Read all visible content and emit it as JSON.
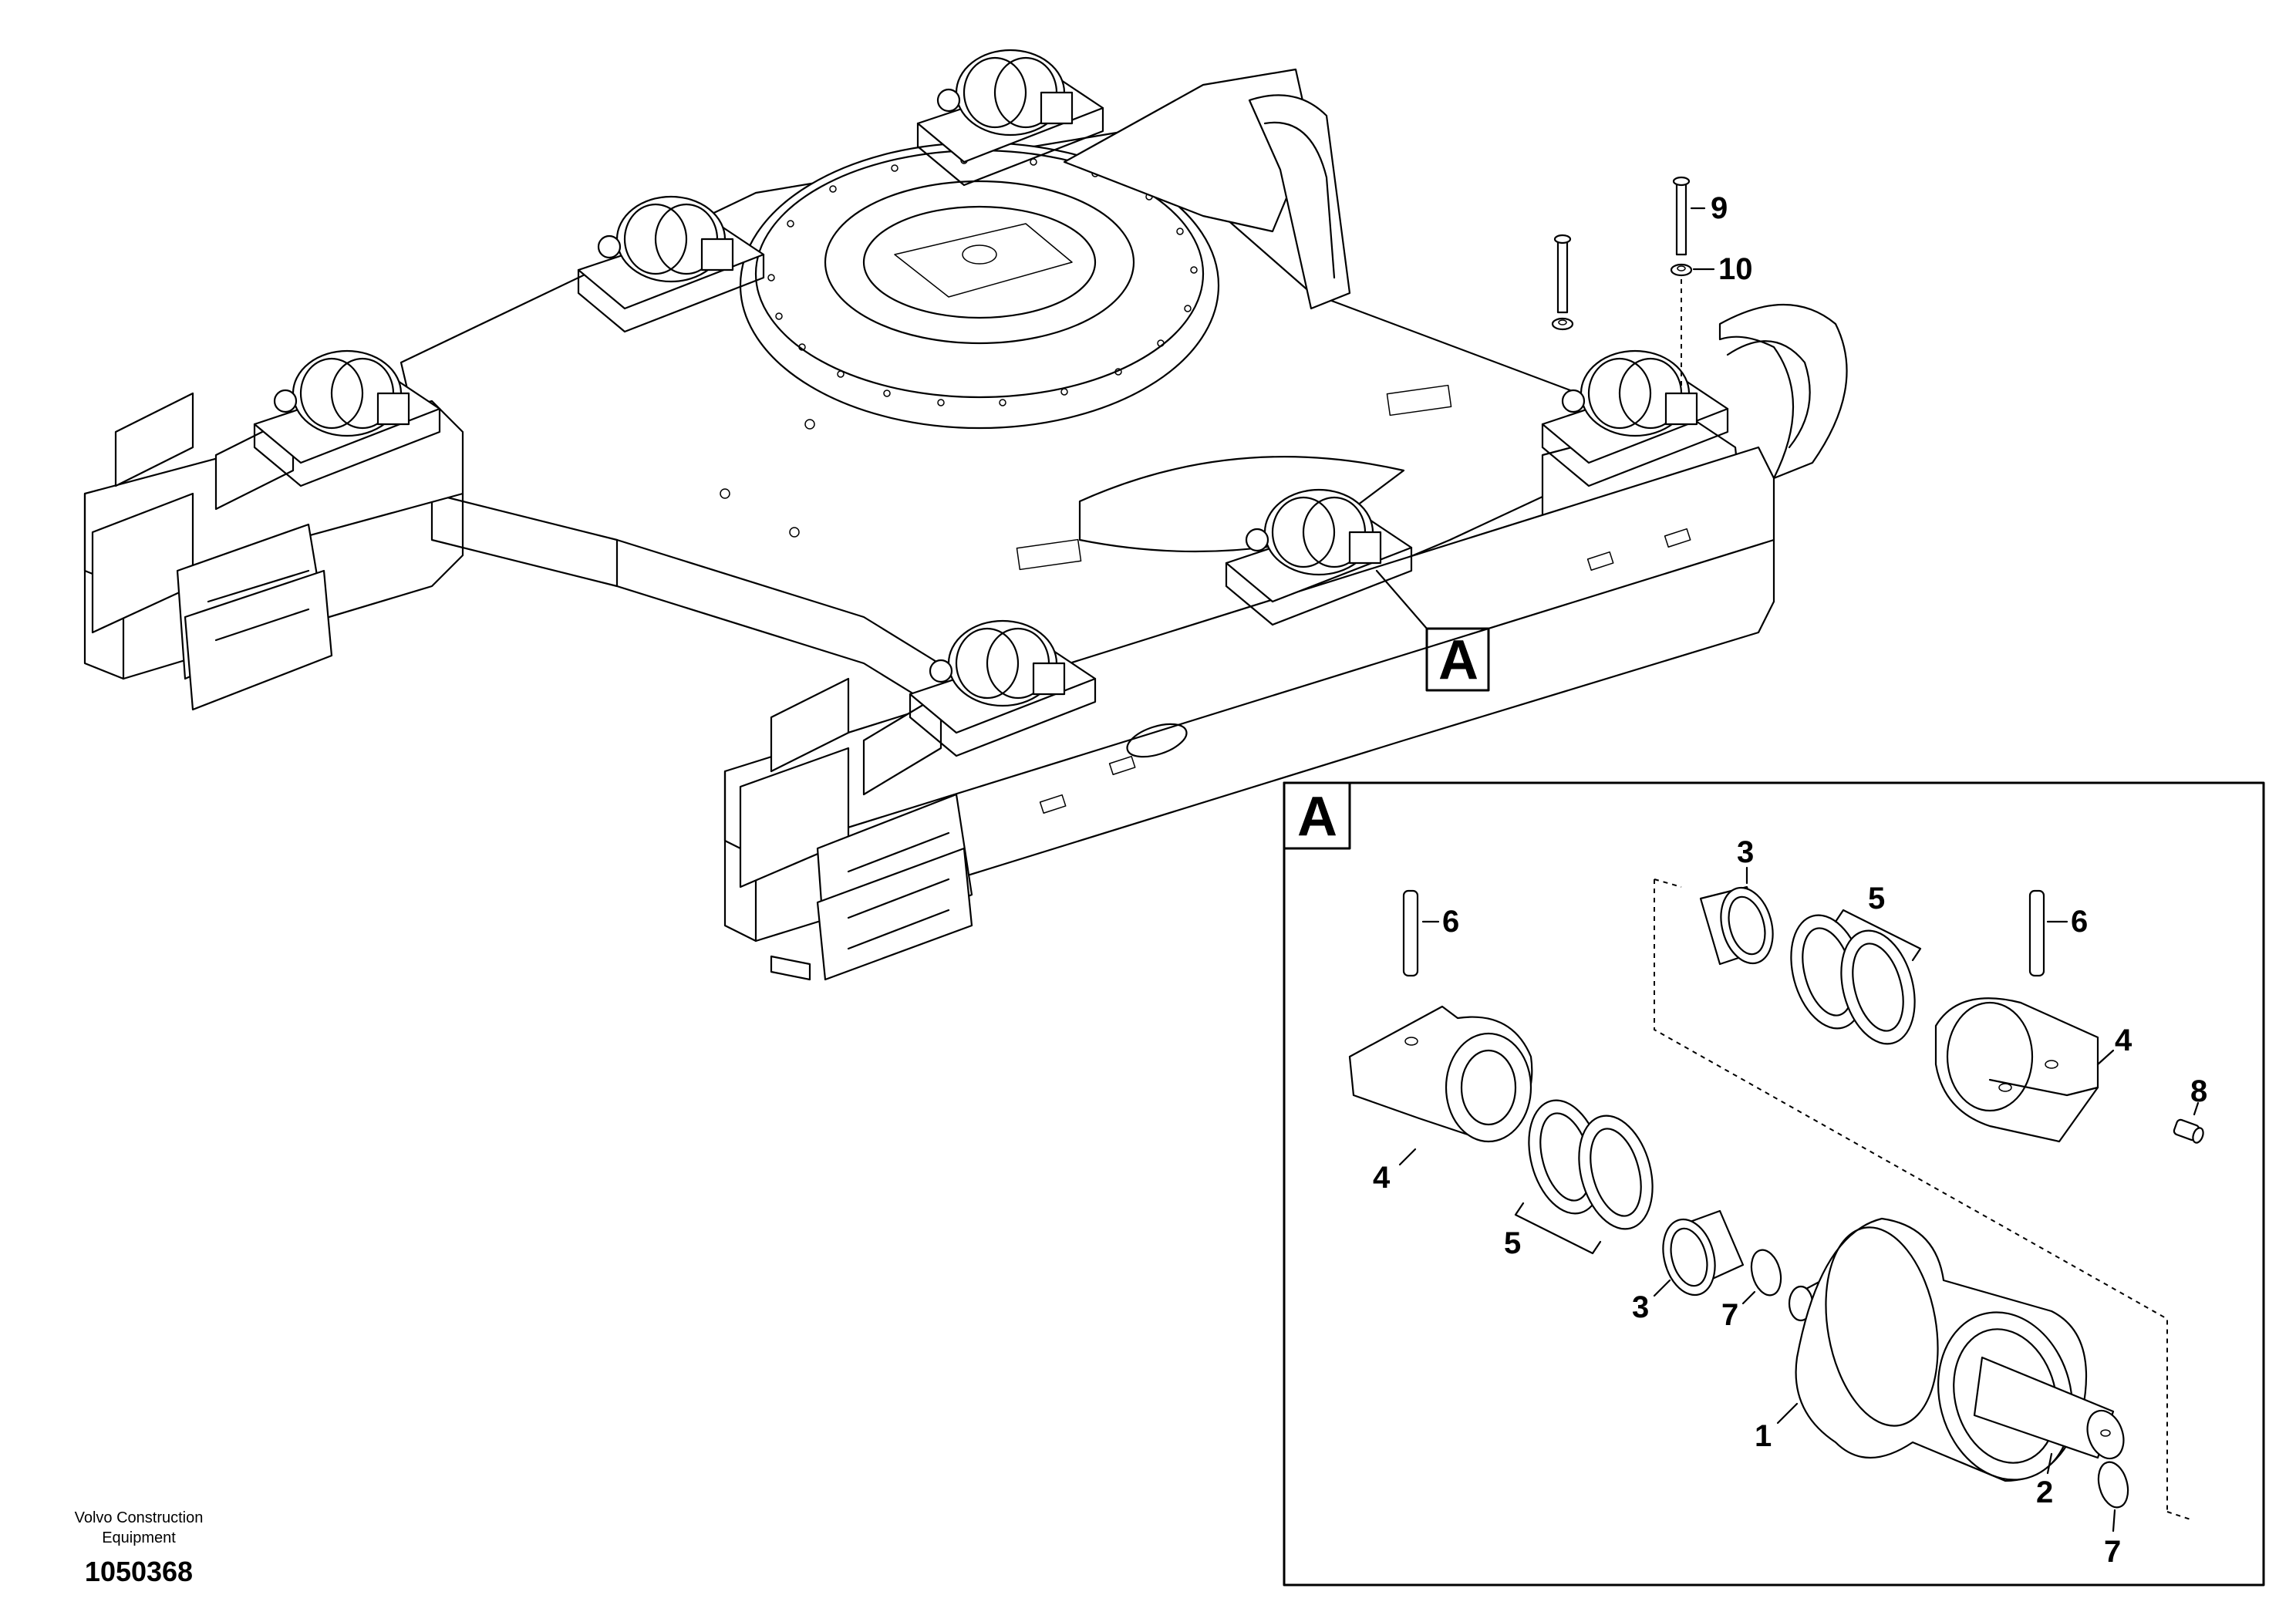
{
  "footer": {
    "company_line1": "Volvo Construction",
    "company_line2": "Equipment",
    "drawing_number": "1050368"
  },
  "callouts": {
    "main": {
      "label_9": "9",
      "label_10": "10",
      "marker_a": "A"
    },
    "detail": {
      "box_label": "A",
      "label_3_top": "3",
      "label_5_top": "5",
      "label_6_left": "6",
      "label_6_right": "6",
      "label_4_right": "4",
      "label_8": "8",
      "label_4_left": "4",
      "label_5_bottom": "5",
      "label_3_bottom": "3",
      "label_7_left": "7",
      "label_1": "1",
      "label_2": "2",
      "label_7_right": "7"
    }
  }
}
